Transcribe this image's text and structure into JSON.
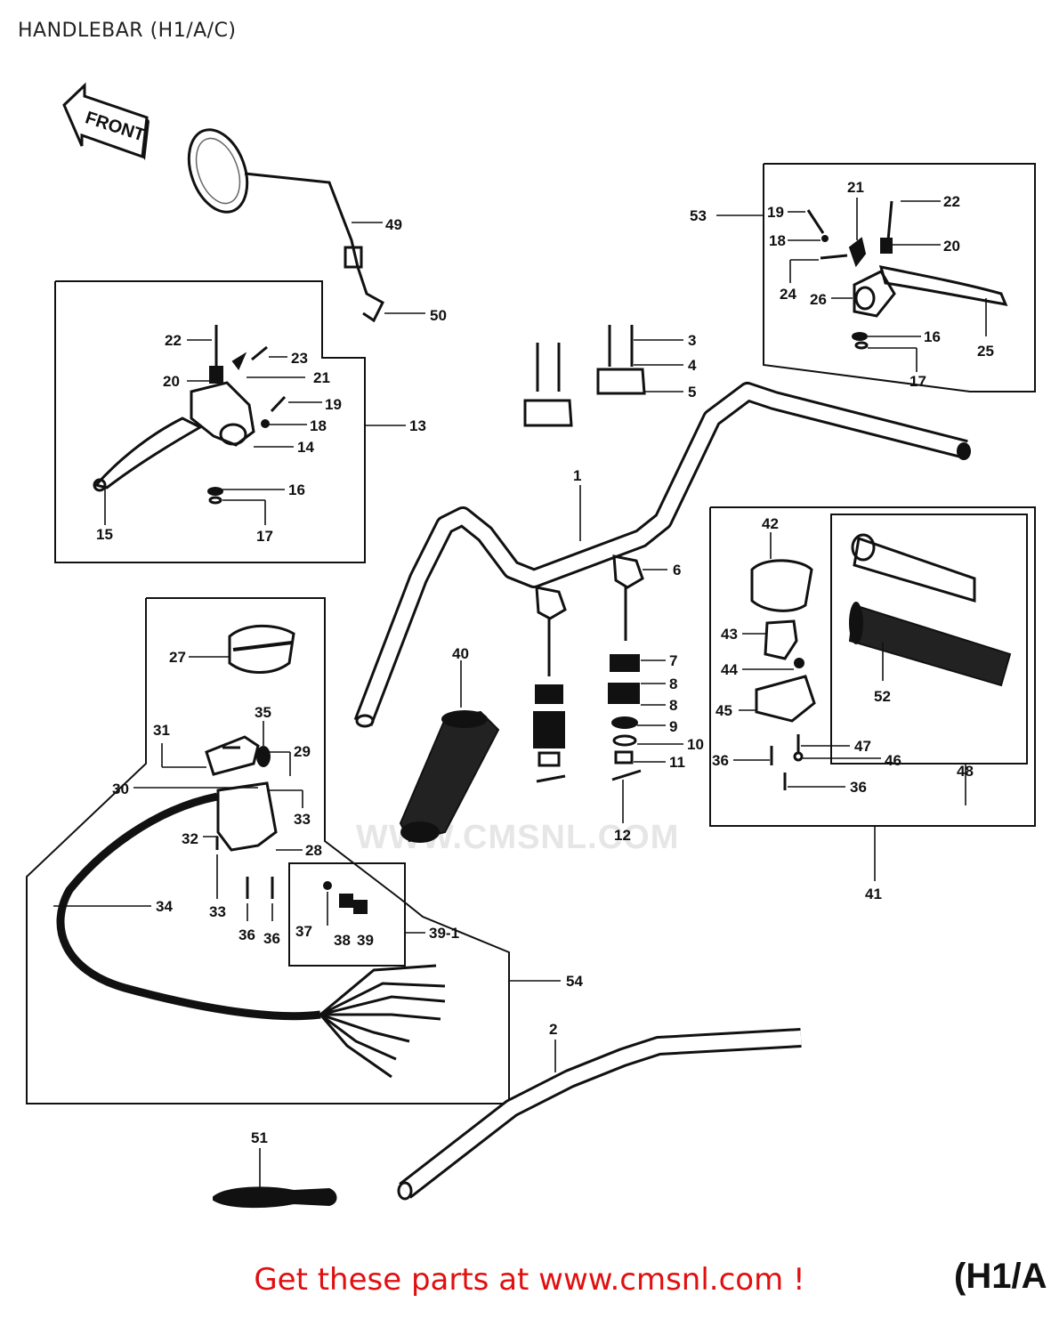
{
  "title": "HANDLEBAR (H1/A/C)",
  "front_label": "FRONT",
  "watermark": "WWW.CMSNL.COM",
  "model_tag": "(H1/A",
  "footer_cta": "Get these parts at www.cmsnl.com !",
  "callouts": {
    "c1": "1",
    "c2": "2",
    "c3": "3",
    "c4": "4",
    "c5": "5",
    "c6": "6",
    "c7": "7",
    "c8a": "8",
    "c8b": "8",
    "c9": "9",
    "c10": "10",
    "c11": "11",
    "c12": "12",
    "c13": "13",
    "c14": "14",
    "c15": "15",
    "c16a": "16",
    "c17a": "17",
    "c18a": "18",
    "c19a": "19",
    "c20a": "20",
    "c21a": "21",
    "c22a": "22",
    "c23": "23",
    "c16b": "16",
    "c17b": "17",
    "c18b": "18",
    "c19b": "19",
    "c20b": "20",
    "c21b": "21",
    "c22b": "22",
    "c24": "24",
    "c25": "25",
    "c26": "26",
    "c27": "27",
    "c28": "28",
    "c29": "29",
    "c30": "30",
    "c31": "31",
    "c32": "32",
    "c33a": "33",
    "c33b": "33",
    "c34": "34",
    "c35": "35",
    "c36a": "36",
    "c36b": "36",
    "c36c": "36",
    "c36d": "36",
    "c37": "37",
    "c38": "38",
    "c39": "39",
    "c39_1": "39-1",
    "c40": "40",
    "c41": "41",
    "c42": "42",
    "c43": "43",
    "c44": "44",
    "c45": "45",
    "c46": "46",
    "c47": "47",
    "c48": "48",
    "c49": "49",
    "c50": "50",
    "c51": "51",
    "c52": "52",
    "c53": "53",
    "c54": "54"
  }
}
